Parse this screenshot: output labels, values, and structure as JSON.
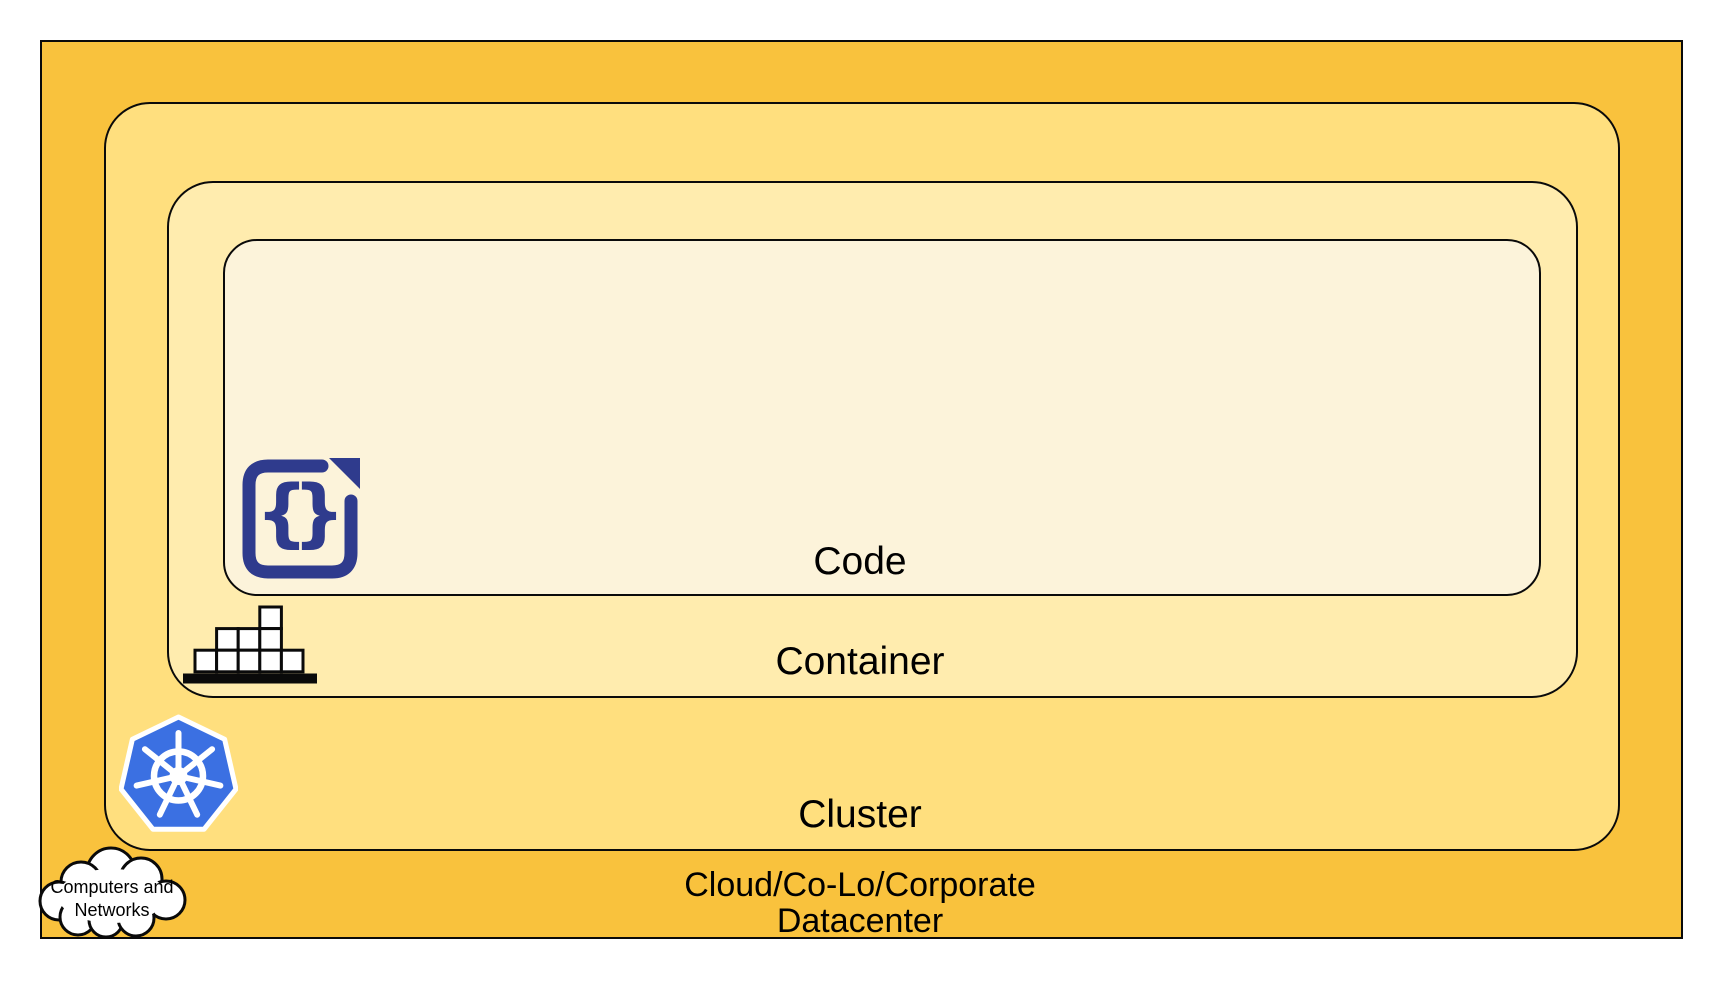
{
  "colors": {
    "canvas-bg": "#ffffff",
    "border": "#0a0a0a",
    "datacenter-fill": "#f9c23d",
    "cluster-fill": "#ffdf7e",
    "container-fill": "#ffecae",
    "code-fill": "#fcf3da",
    "label-text": "#000000",
    "code-icon-blue": "#2f3b8d",
    "kubernetes-blue": "#3b70e2",
    "icon-white": "#ffffff"
  },
  "layers": {
    "datacenter": {
      "label_line1": "Cloud/Co-Lo/Corporate",
      "label_line2": "Datacenter"
    },
    "cluster": {
      "label": "Cluster"
    },
    "container": {
      "label": "Container"
    },
    "code": {
      "label": "Code"
    }
  },
  "icons": {
    "code_file": {
      "name": "code-file-icon",
      "brace_open": "{",
      "brace_close": "}"
    },
    "container_stack": {
      "name": "container-stack-icon"
    },
    "kubernetes": {
      "name": "kubernetes-icon"
    },
    "cloud": {
      "name": "cloud-icon",
      "label_line1": "Computers and",
      "label_line2": "Networks"
    }
  }
}
